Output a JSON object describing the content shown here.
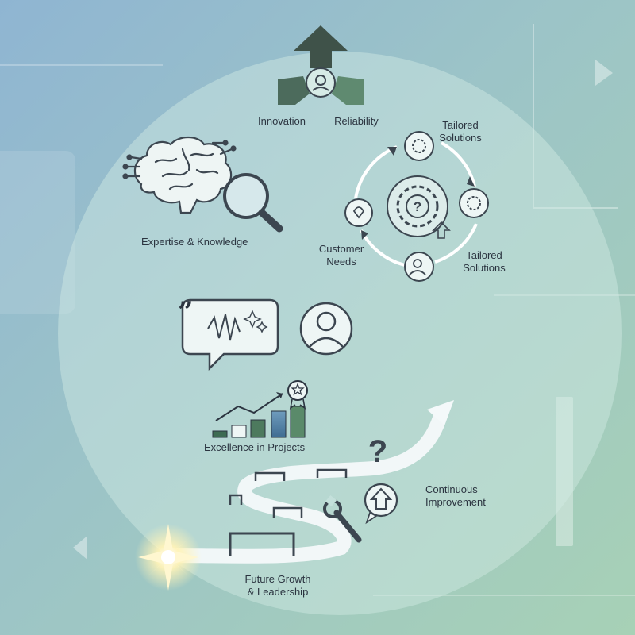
{
  "labels": {
    "innovation": "Innovation",
    "reliability": "Reliability",
    "tailored_solutions_top": "Tailored\nSolutions",
    "tailored_solutions_right": "Tailored\nSolutions",
    "customer_needs": "Customer\nNeeds",
    "expertise": "Expertise & Knowledge",
    "excellence": "Excellence in Projects",
    "continuous_improvement": "Continuous\nImprovement",
    "future_growth": "Future Growth\n& Leadership"
  },
  "colors": {
    "bg_start": "#8fb5d2",
    "bg_end": "#a7d1b6",
    "circle_fill": "#c4e0db",
    "icon_stroke": "#3c4650",
    "arrow_green": "#3f5a4c",
    "bar_dark": "#3d6b52",
    "bar_blue": "#3f6c92",
    "star_glow": "#fff3b8"
  },
  "icons": [
    "up-arrow-icon",
    "brain-icon",
    "magnifier-icon",
    "gear-cycle-icon",
    "speech-bubble-icon",
    "person-icon",
    "bar-chart-icon",
    "award-icon",
    "question-icon",
    "wrench-icon",
    "spark-icon",
    "path-arrow-icon"
  ]
}
